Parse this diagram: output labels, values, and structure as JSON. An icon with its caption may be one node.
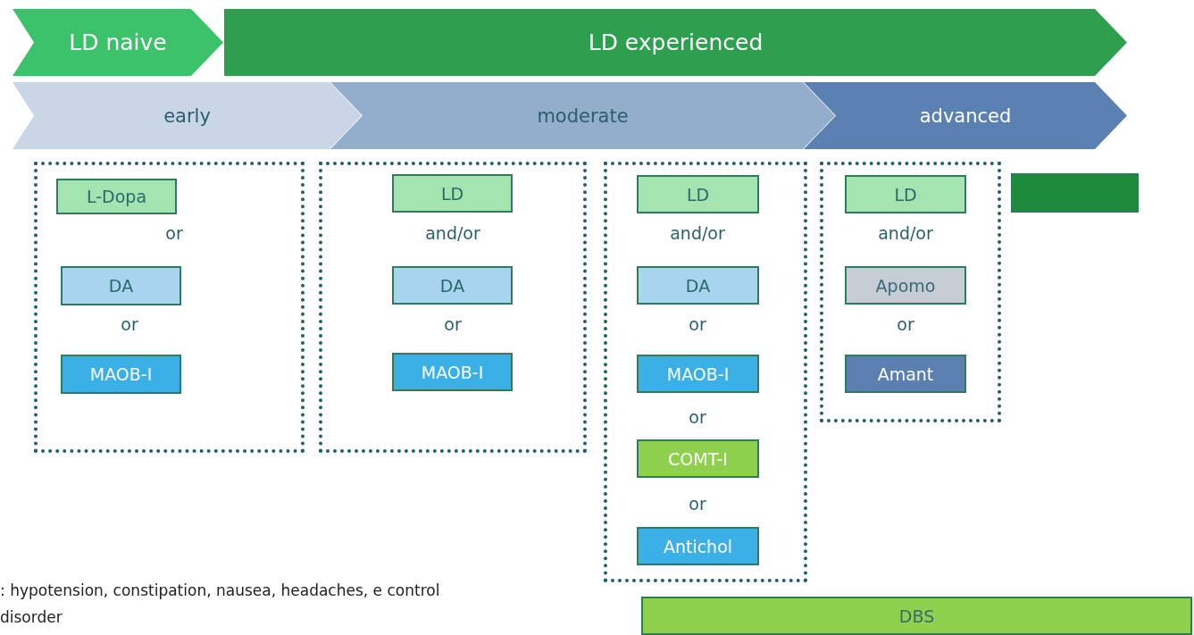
{
  "diagram": {
    "nodes": [
      {
        "text": [
          "LD naive"
        ]
      },
      {
        "text": [
          "LD experienced"
        ]
      },
      {
        "text": [
          "early"
        ]
      },
      {
        "text": [
          "moderate"
        ]
      },
      {
        "text": [
          "advanced"
        ]
      },
      {
        "text": [],
        "shape": "box"
      },
      {
        "text": [
          "L-Dopa"
        ],
        "in": 5
      },
      {
        "text": [
          "DA"
        ],
        "in": 5
      },
      {
        "text": [
          "MAOB-I"
        ],
        "in": 5
      },
      {
        "text": [],
        "shape": "box"
      },
      {
        "text": [
          "LD"
        ],
        "in": 9
      },
      {
        "text": [
          "DA"
        ],
        "in": 9
      },
      {
        "text": [
          "MAOB-I"
        ],
        "in": 9
      },
      {
        "text": [],
        "shape": "box"
      },
      {
        "text": [
          "LD"
        ],
        "in": 13
      },
      {
        "text": [
          "DA"
        ],
        "in": 13
      },
      {
        "text": [
          "MAOB-I"
        ],
        "in": 13
      },
      {
        "text": [
          "COMT-I"
        ],
        "in": 13
      },
      {
        "text": [
          "Antichol"
        ],
        "in": 13
      },
      {
        "text": [],
        "shape": "box"
      },
      {
        "text": [
          "LD"
        ],
        "in": 19
      },
      {
        "text": [
          "Apomo"
        ],
        "in": 19
      },
      {
        "text": [
          "Amant"
        ],
        "in": 19
      },
      {
        "text": [],
        "shape": "box"
      },
      {
        "text": [
          "DBS"
        ]
      }
    ],
    "edges": [],
    "labels": [
      "or",
      "or",
      "and/or",
      "or",
      "and/or",
      "or",
      "or",
      "or",
      "and/or",
      "or",
      ": hypotension, constipation, nausea, headaches, e control disorder"
    ]
  }
}
